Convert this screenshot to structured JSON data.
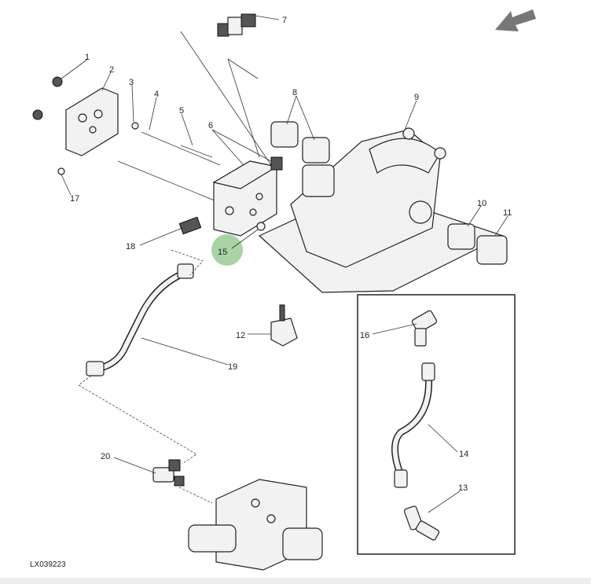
{
  "diagram": {
    "drawing_id": "LX039223",
    "highlight_color": "#a9d3a4",
    "callouts": {
      "c1": "1",
      "c2": "2",
      "c3": "3",
      "c4": "4",
      "c5": "5",
      "c6": "6",
      "c7": "7",
      "c8": "8",
      "c9": "9",
      "c10": "10",
      "c11": "11",
      "c12": "12",
      "c13": "13",
      "c14": "14",
      "c15": "15",
      "c16": "16",
      "c17": "17",
      "c18": "18",
      "c19": "19",
      "c20": "20"
    }
  }
}
